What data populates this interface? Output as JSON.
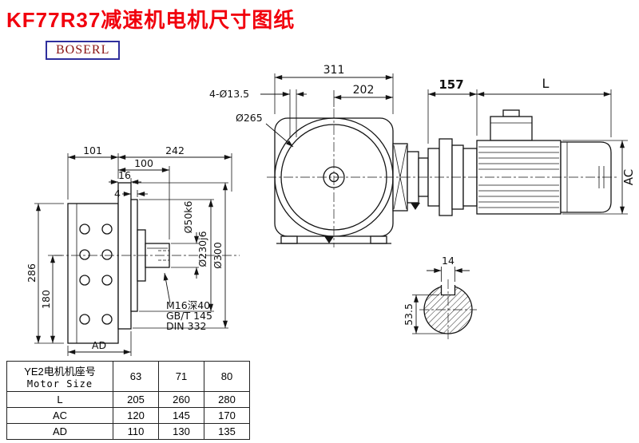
{
  "title": "KF77R37减速机电机尺寸图纸",
  "logo": "BOSERL",
  "drawing": {
    "side_view": {
      "dims": {
        "w1": "101",
        "w2": "242",
        "s1": "100",
        "s2": "16",
        "s3": "4",
        "h1": "286",
        "h2": "180",
        "ad": "AD"
      },
      "dia": {
        "d50": "Ø50k6",
        "d230": "Ø230j6",
        "d300": "Ø300"
      },
      "notes": {
        "tap": "M16深40",
        "std1": "GB/T 145",
        "std2": "DIN 332"
      }
    },
    "front_view": {
      "w": "311",
      "c": "202",
      "holes": "4-Ø13.5",
      "flange": "Ø265"
    },
    "motor_view": {
      "adapter": "157",
      "length": "L",
      "height": "AC"
    },
    "shaft_section": {
      "key": "14",
      "depth": "53.5"
    }
  },
  "table": {
    "header": {
      "cn": "YE2电机机座号",
      "en": "Motor Size"
    },
    "sizes": [
      "63",
      "71",
      "80"
    ],
    "rows": [
      {
        "label": "L",
        "values": [
          "205",
          "260",
          "280"
        ]
      },
      {
        "label": "AC",
        "values": [
          "120",
          "145",
          "170"
        ]
      },
      {
        "label": "AD",
        "values": [
          "110",
          "130",
          "135"
        ]
      }
    ]
  }
}
